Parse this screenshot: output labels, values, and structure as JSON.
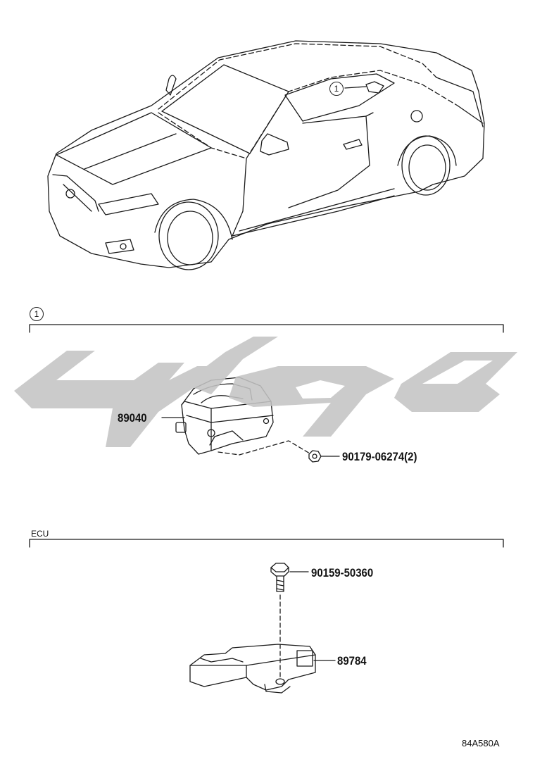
{
  "diagram": {
    "callout_top": "1",
    "section1": {
      "callout": "1"
    },
    "section2": {
      "title": "ECU"
    },
    "parts": {
      "p1": "89040",
      "p2": "90179-06274(2)",
      "p3": "90159-50360",
      "p4": "89784"
    },
    "ref_code": "84A580A"
  }
}
